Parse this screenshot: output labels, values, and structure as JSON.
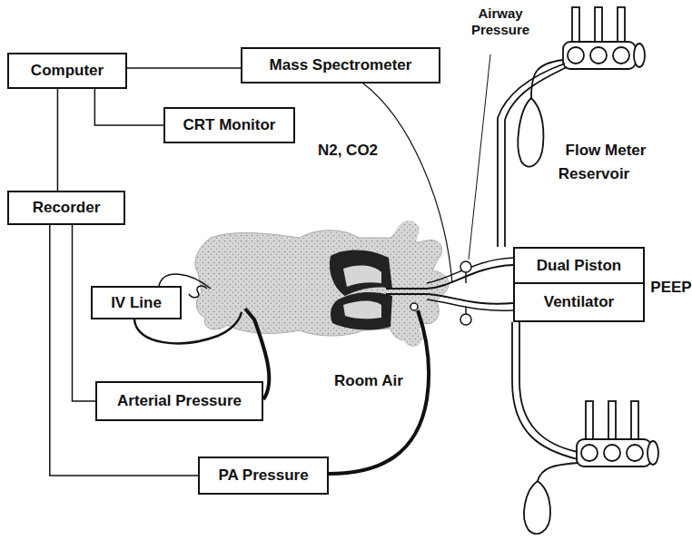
{
  "diagram": {
    "nodes": [
      {
        "text": [
          "Computer"
        ]
      },
      {
        "text": [
          "Mass Spectrometer"
        ]
      },
      {
        "text": [
          "CRT Monitor"
        ]
      },
      {
        "text": [
          "Recorder"
        ]
      },
      {
        "text": [
          "IV Line"
        ]
      },
      {
        "text": [
          "Arterial Pressure"
        ]
      },
      {
        "text": [
          "PA Pressure"
        ]
      },
      {
        "text": [
          "Dual Piston"
        ]
      },
      {
        "text": [
          "Ventilator"
        ]
      }
    ],
    "edges": [
      {
        "from": 0,
        "to": 1,
        "arrow": "none"
      },
      {
        "from": 0,
        "to": 2,
        "arrow": "none"
      },
      {
        "from": 0,
        "to": 3,
        "arrow": "none"
      },
      {
        "from": 3,
        "to": 5,
        "arrow": "none"
      },
      {
        "from": 3,
        "to": 6,
        "arrow": "none"
      }
    ],
    "labels": [
      "Airway Pressure",
      "Flow Meter",
      "Reservoir",
      "N2, CO2",
      "Room Air",
      "PEEP"
    ]
  }
}
